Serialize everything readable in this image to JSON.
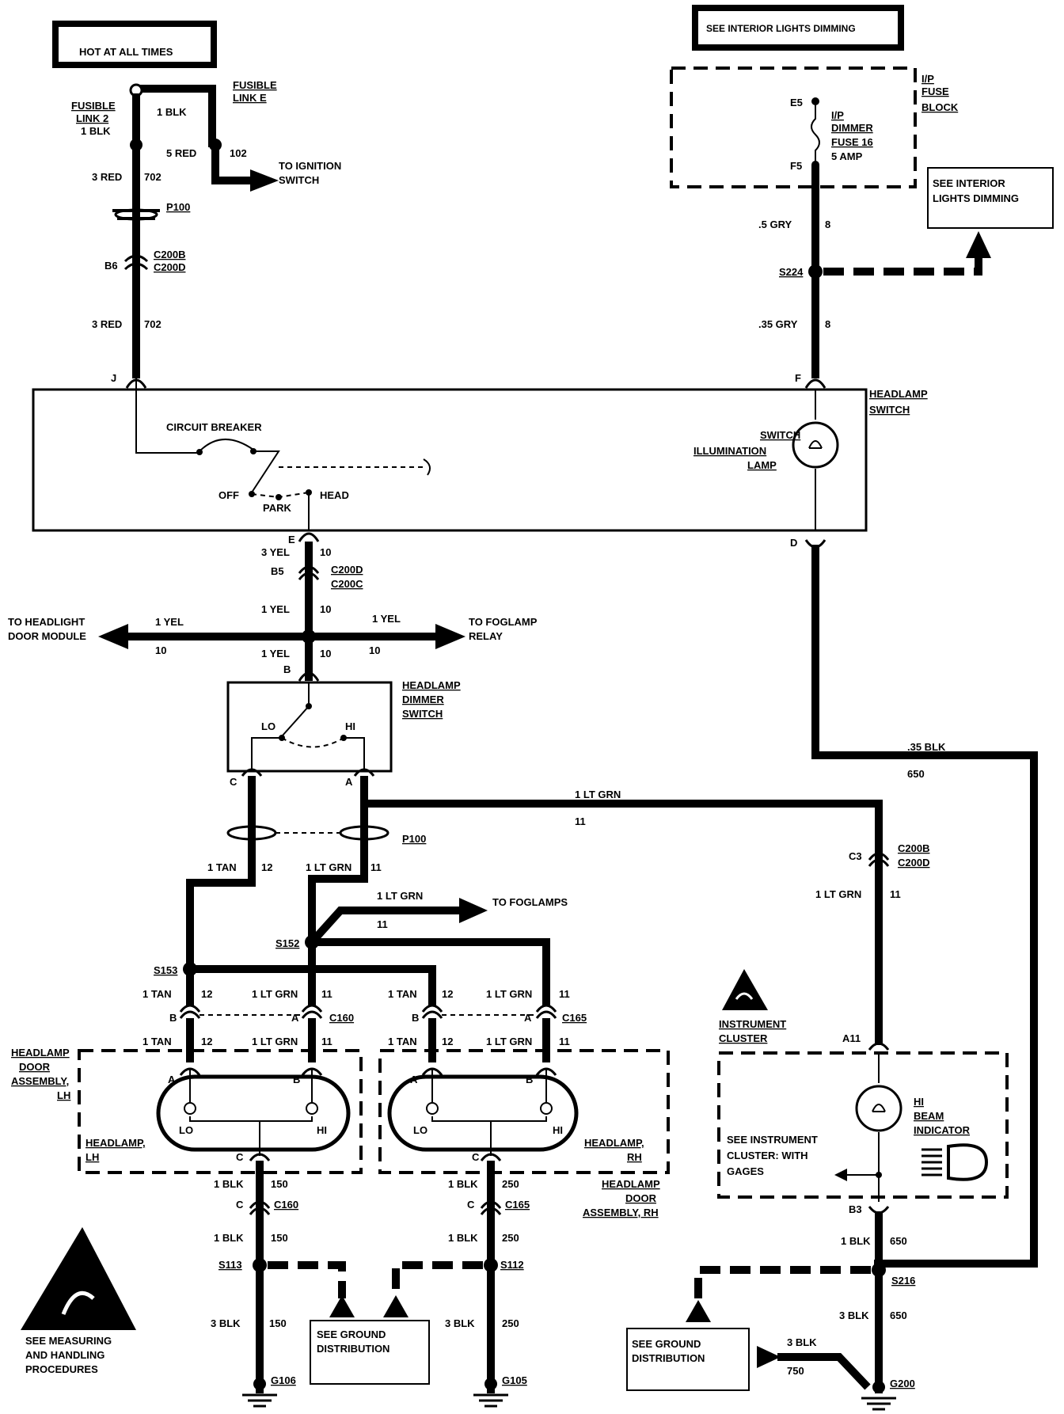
{
  "labels": {
    "hot_at_all_times": "HOT AT ALL TIMES",
    "see_interior_lights_top": "SEE INTERIOR LIGHTS DIMMING",
    "see_interior_dimming_1": "SEE INTERIOR",
    "see_interior_dimming_2": "LIGHTS DIMMING",
    "see_ground_1": "SEE GROUND",
    "see_ground_2": "DISTRIBUTION"
  },
  "texts": [
    {
      "t": "FUSIBLE",
      "u": true
    },
    {
      "t": "LINK 2",
      "u": true
    },
    {
      "t": "1 BLK"
    },
    {
      "t": "FUSIBLE",
      "u": true
    },
    {
      "t": "LINK E",
      "u": true
    },
    {
      "t": "1 BLK"
    },
    {
      "t": "5 RED"
    },
    {
      "t": "102"
    },
    {
      "t": "TO IGNITION"
    },
    {
      "t": "SWITCH"
    },
    {
      "t": "3 RED"
    },
    {
      "t": "702"
    },
    {
      "t": "P100",
      "u": true
    },
    {
      "t": "B6"
    },
    {
      "t": "C200B",
      "u": true
    },
    {
      "t": "C200D",
      "u": true
    },
    {
      "t": "3 RED"
    },
    {
      "t": "702"
    },
    {
      "t": "J"
    },
    {
      "t": "I/P",
      "u": true
    },
    {
      "t": "FUSE",
      "u": true
    },
    {
      "t": "BLOCK",
      "u": true
    },
    {
      "t": "E5"
    },
    {
      "t": "I/P",
      "u": true
    },
    {
      "t": "DIMMER",
      "u": true
    },
    {
      "t": "FUSE 16",
      "u": true
    },
    {
      "t": "5 AMP"
    },
    {
      "t": "F5"
    },
    {
      "t": ".5 GRY"
    },
    {
      "t": "8"
    },
    {
      "t": "S224",
      "u": true
    },
    {
      "t": ".35 GRY"
    },
    {
      "t": "8"
    },
    {
      "t": "F"
    },
    {
      "t": "HEADLAMP",
      "u": true
    },
    {
      "t": "SWITCH",
      "u": true
    },
    {
      "t": "CIRCUIT BREAKER"
    },
    {
      "t": "OFF"
    },
    {
      "t": "PARK"
    },
    {
      "t": "HEAD"
    },
    {
      "t": "SWITCH",
      "u": true
    },
    {
      "t": "ILLUMINATION",
      "u": true
    },
    {
      "t": "LAMP",
      "u": true
    },
    {
      "t": "E"
    },
    {
      "t": "D"
    },
    {
      "t": "3 YEL"
    },
    {
      "t": "10"
    },
    {
      "t": "B5"
    },
    {
      "t": "C200D",
      "u": true
    },
    {
      "t": "C200C",
      "u": true
    },
    {
      "t": "1 YEL"
    },
    {
      "t": "10"
    },
    {
      "t": "TO HEADLIGHT"
    },
    {
      "t": "DOOR MODULE"
    },
    {
      "t": "1 YEL"
    },
    {
      "t": "10"
    },
    {
      "t": "1 YEL"
    },
    {
      "t": "10"
    },
    {
      "t": "TO FOGLAMP"
    },
    {
      "t": "RELAY"
    },
    {
      "t": "1 YEL"
    },
    {
      "t": "10"
    },
    {
      "t": "B"
    },
    {
      "t": "HEADLAMP",
      "u": true
    },
    {
      "t": "DIMMER",
      "u": true
    },
    {
      "t": "SWITCH",
      "u": true
    },
    {
      "t": "LO"
    },
    {
      "t": "HI"
    },
    {
      "t": "C"
    },
    {
      "t": "A"
    },
    {
      "t": ".35 BLK"
    },
    {
      "t": "650"
    },
    {
      "t": "1 LT GRN"
    },
    {
      "t": "11"
    },
    {
      "t": "P100",
      "u": true
    },
    {
      "t": "1 TAN"
    },
    {
      "t": "12"
    },
    {
      "t": "1 LT GRN"
    },
    {
      "t": "11"
    },
    {
      "t": "C3"
    },
    {
      "t": "C200B",
      "u": true
    },
    {
      "t": "C200D",
      "u": true
    },
    {
      "t": "1 LT GRN"
    },
    {
      "t": "11"
    },
    {
      "t": "1 LT GRN"
    },
    {
      "t": "11"
    },
    {
      "t": "TO FOGLAMPS"
    },
    {
      "t": "S152",
      "u": true
    },
    {
      "t": "S153",
      "u": true
    },
    {
      "t": "1 TAN"
    },
    {
      "t": "12"
    },
    {
      "t": "1 LT GRN"
    },
    {
      "t": "11"
    },
    {
      "t": "1 TAN"
    },
    {
      "t": "12"
    },
    {
      "t": "1 LT GRN"
    },
    {
      "t": "11"
    },
    {
      "t": "B"
    },
    {
      "t": "A"
    },
    {
      "t": "C160",
      "u": true
    },
    {
      "t": "B"
    },
    {
      "t": "A"
    },
    {
      "t": "C165",
      "u": true
    },
    {
      "t": "1 TAN"
    },
    {
      "t": "12"
    },
    {
      "t": "1 LT GRN"
    },
    {
      "t": "11"
    },
    {
      "t": "1 TAN"
    },
    {
      "t": "12"
    },
    {
      "t": "1 LT GRN"
    },
    {
      "t": "11"
    },
    {
      "t": "INSTRUMENT",
      "u": true
    },
    {
      "t": "CLUSTER",
      "u": true
    },
    {
      "t": "A11"
    },
    {
      "t": "HEADLAMP",
      "u": true
    },
    {
      "t": "DOOR",
      "u": true
    },
    {
      "t": "ASSEMBLY,",
      "u": true
    },
    {
      "t": "LH",
      "u": true
    },
    {
      "t": "A"
    },
    {
      "t": "B"
    },
    {
      "t": "LO"
    },
    {
      "t": "HI"
    },
    {
      "t": "HEADLAMP,",
      "u": true
    },
    {
      "t": "LH",
      "u": true
    },
    {
      "t": "C"
    },
    {
      "t": "A"
    },
    {
      "t": "B"
    },
    {
      "t": "LO"
    },
    {
      "t": "HI"
    },
    {
      "t": "HEADLAMP,",
      "u": true
    },
    {
      "t": "RH",
      "u": true
    },
    {
      "t": "C"
    },
    {
      "t": "HI",
      "u": true
    },
    {
      "t": "BEAM",
      "u": true
    },
    {
      "t": "INDICATOR",
      "u": true
    },
    {
      "t": "SEE INSTRUMENT"
    },
    {
      "t": "CLUSTER:  WITH"
    },
    {
      "t": "GAGES"
    },
    {
      "t": "B3"
    },
    {
      "t": "1 BLK"
    },
    {
      "t": "150"
    },
    {
      "t": "C"
    },
    {
      "t": "C160",
      "u": true
    },
    {
      "t": "1 BLK"
    },
    {
      "t": "250"
    },
    {
      "t": "C"
    },
    {
      "t": "C165",
      "u": true
    },
    {
      "t": "HEADLAMP",
      "u": true
    },
    {
      "t": "DOOR",
      "u": true
    },
    {
      "t": "ASSEMBLY, RH",
      "u": true
    },
    {
      "t": "1 BLK"
    },
    {
      "t": "150"
    },
    {
      "t": "1 BLK"
    },
    {
      "t": "250"
    },
    {
      "t": "S113",
      "u": true
    },
    {
      "t": "S112",
      "u": true
    },
    {
      "t": "3 BLK"
    },
    {
      "t": "150"
    },
    {
      "t": "3 BLK"
    },
    {
      "t": "250"
    },
    {
      "t": "G106",
      "u": true
    },
    {
      "t": "G105",
      "u": true
    },
    {
      "t": "1 BLK"
    },
    {
      "t": "650"
    },
    {
      "t": "S216",
      "u": true
    },
    {
      "t": "3 BLK"
    },
    {
      "t": "650"
    },
    {
      "t": "3 BLK"
    },
    {
      "t": "750"
    },
    {
      "t": "G200",
      "u": true
    },
    {
      "t": "SEE MEASURING"
    },
    {
      "t": "AND HANDLING"
    },
    {
      "t": "PROCEDURES"
    }
  ]
}
